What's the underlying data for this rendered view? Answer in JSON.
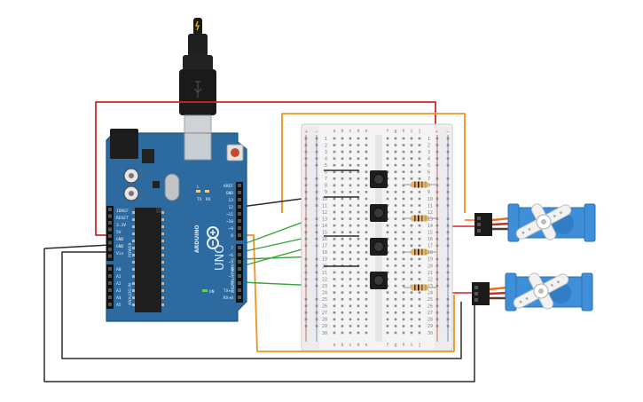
{
  "board": {
    "brand": "ARDUINO",
    "model": "UNO",
    "tx_label": "TX",
    "rx_label": "RX",
    "l_label": "L",
    "on_label": "ON",
    "digital_label": "DIGITAL (PWM ~)",
    "power_label": "POWER",
    "analog_label": "ANALOG IN",
    "power_pins": [
      "IOREF",
      "RESET",
      "3.3V",
      "5V",
      "GND",
      "GND",
      "Vin"
    ],
    "analog_pins": [
      "A0",
      "A1",
      "A2",
      "A3",
      "A4",
      "A5"
    ],
    "digital_pins_top": [
      "AREF",
      "GND",
      "13",
      "12",
      "~11",
      "~10",
      "~9",
      "8"
    ],
    "digital_pins_bottom": [
      "7",
      "~6",
      "~5",
      "4",
      "~3",
      "2",
      "TX▸1",
      "RX◂0"
    ]
  },
  "breadboard": {
    "columns_left": [
      "a",
      "b",
      "c",
      "d",
      "e"
    ],
    "columns_right": [
      "f",
      "g",
      "h",
      "i",
      "j"
    ],
    "rows": 30,
    "rail_plus": "+",
    "rail_minus": "−"
  },
  "components": {
    "pushbuttons": 4,
    "resistors": 4,
    "servos": 2
  },
  "colors": {
    "red_wire": "#d32626",
    "black_wire": "#2b2b2b",
    "orange_wire": "#f0921e",
    "green_wire": "#3aa538",
    "board_blue": "#2c6aa0",
    "servo_blue": "#3f8fd8"
  }
}
